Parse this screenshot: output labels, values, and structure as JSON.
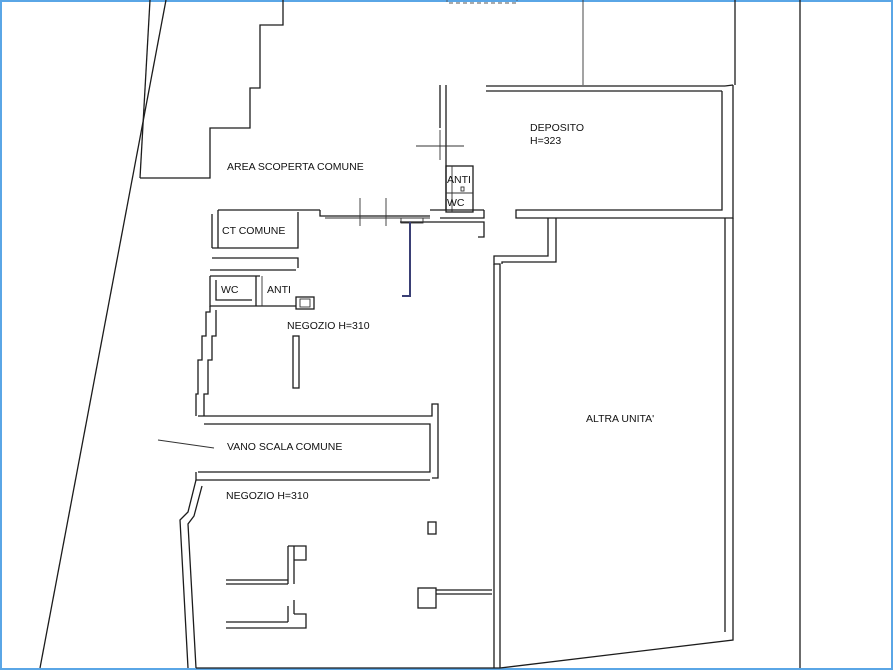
{
  "rooms": {
    "area_scoperta": "AREA SCOPERTA COMUNE",
    "deposito": "DEPOSITO",
    "deposito_height": "H=323",
    "anti_upper": "ANTI",
    "wc_upper": "WC",
    "ct_comune": "CT COMUNE",
    "wc_lower": "WC",
    "anti_lower": "ANTI",
    "negozio_upper": "NEGOZIO H=310",
    "vano_scala": "VANO SCALA COMUNE",
    "negozio_lower": "NEGOZIO H=310",
    "altra_unita": "ALTRA UNITA'"
  },
  "colors": {
    "frame_border": "#5aa6e6",
    "walls": "#1c1c1c",
    "accent_wall": "#3a3f75"
  }
}
